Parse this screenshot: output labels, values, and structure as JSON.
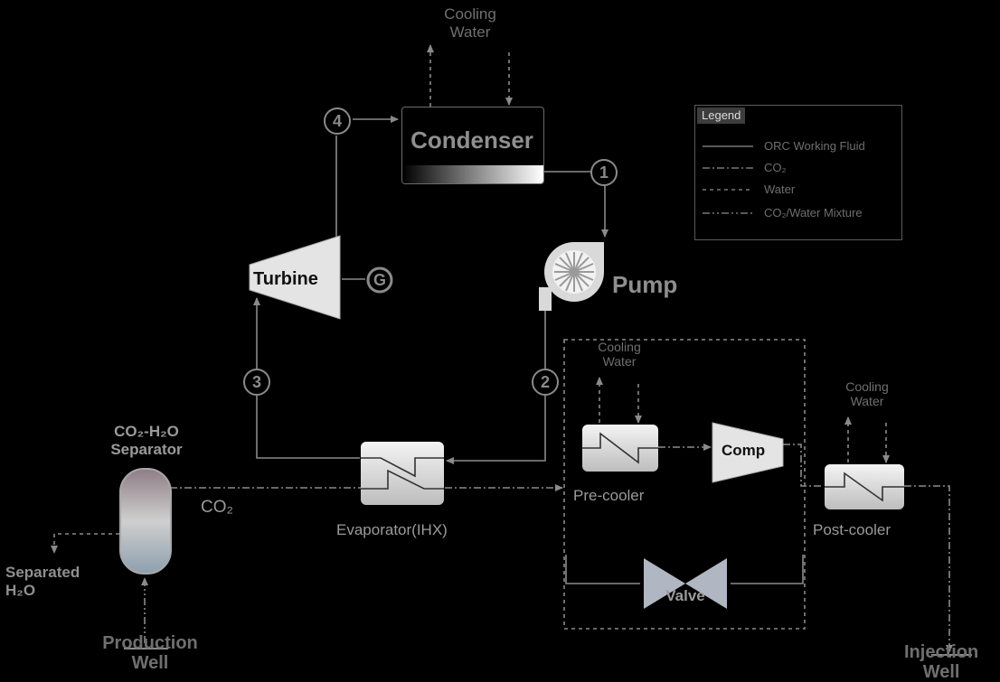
{
  "labels": {
    "cooling_water_top": "Cooling\nWater",
    "condenser": "Condenser",
    "turbine": "Turbine",
    "generator": "G",
    "pump": "Pump",
    "evaporator": "Evaporator(IHX)",
    "separator": "CO₂-H₂O\nSeparator",
    "co2": "CO₂",
    "separated_h2o": "Separated\nH₂O",
    "production_well": "Production\nWell",
    "cooling_water_pre": "Cooling\nWater",
    "pre_cooler": "Pre-cooler",
    "comp": "Comp",
    "valve": "Valve",
    "cooling_water_post": "Cooling\nWater",
    "post_cooler": "Post-cooler",
    "injection_well": "Injection\nWell"
  },
  "states": [
    "1",
    "2",
    "3",
    "4"
  ],
  "legend": {
    "title": "Legend",
    "items": [
      {
        "label": "ORC Working Fluid",
        "style": "solid"
      },
      {
        "label": "CO₂",
        "style": "dash-dot"
      },
      {
        "label": "Water",
        "style": "dashed"
      },
      {
        "label": "CO₂/Water Mixture",
        "style": "dash-dot-dot"
      }
    ]
  },
  "colors": {
    "line": "#8a8a8a",
    "text": "#bdbdbd",
    "background": "#000000"
  }
}
